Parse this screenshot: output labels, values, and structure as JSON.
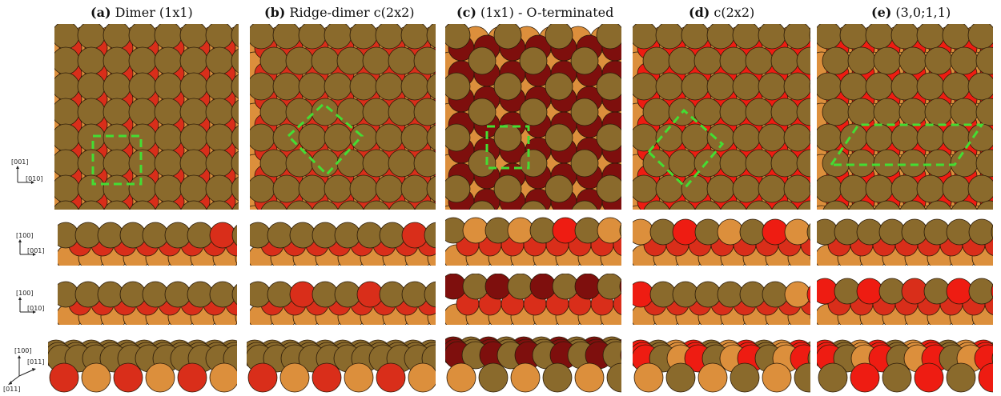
{
  "columns": [
    {
      "id": "a",
      "label_bold": "(a)",
      "label_rest": "Dimer (1x1)"
    },
    {
      "id": "b",
      "label_bold": "(b)",
      "label_rest": "Ridge-dimer c(2x2)"
    },
    {
      "id": "c",
      "label_bold": "(c)",
      "label_rest": "(1x1) - O-terminated"
    },
    {
      "id": "d",
      "label_bold": "(d)",
      "label_rest": "c(2x2)"
    },
    {
      "id": "e",
      "label_bold": "(e)",
      "label_rest": "(3,0;1,1)"
    }
  ],
  "axes": {
    "top": {
      "up": "[001]",
      "right": "[010]"
    },
    "row2": {
      "up": "[100]",
      "right": "[001]"
    },
    "row3": {
      "up": "[100]",
      "right": "[010]"
    },
    "row4": {
      "up": "[100]",
      "right": "[011]",
      "down": "[011]"
    }
  },
  "colors": {
    "metal_light": "#dc8f3c",
    "metal_dark": "#8a6a2c",
    "oxygen_red": "#d92e1a",
    "oxygen_bright": "#ee1c12",
    "oxygen_dark": "#7e0f0d",
    "cell_outline": "#44dd33"
  }
}
